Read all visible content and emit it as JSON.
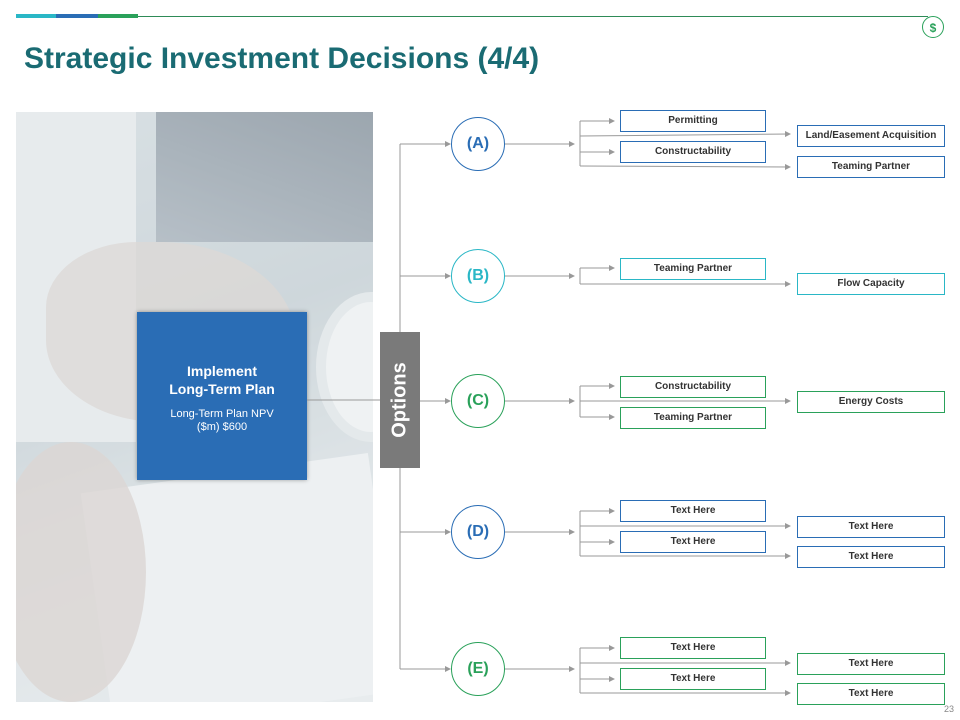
{
  "header": {
    "title": "Strategic Investment Decisions (4/4)",
    "dollar_icon": "$"
  },
  "colors": {
    "teal": "#1a6b73",
    "blue": "#2a6db5",
    "cyan": "#2ab7c6",
    "green": "#2aa15a",
    "gray": "#7a7a7a"
  },
  "implement": {
    "title": "Implement\nLong-Term Plan",
    "subtitle": "Long-Term Plan NPV\n($m) $600"
  },
  "options_label": "Options",
  "branches": [
    {
      "label": "(A)",
      "level1": [
        "Permitting",
        "Constructability"
      ],
      "level2": [
        "Land/Easement Acquisition",
        "Teaming Partner"
      ]
    },
    {
      "label": "(B)",
      "level1": [
        "Teaming Partner"
      ],
      "level2": [
        "Flow Capacity"
      ]
    },
    {
      "label": "(C)",
      "level1": [
        "Constructability",
        "Teaming Partner"
      ],
      "level2": [
        "Energy Costs"
      ]
    },
    {
      "label": "(D)",
      "level1": [
        "Text Here",
        "Text Here"
      ],
      "level2": [
        "Text Here",
        "Text Here"
      ]
    },
    {
      "label": "(E)",
      "level1": [
        "Text Here",
        "Text Here"
      ],
      "level2": [
        "Text Here",
        "Text Here"
      ]
    }
  ],
  "page_number": "23"
}
